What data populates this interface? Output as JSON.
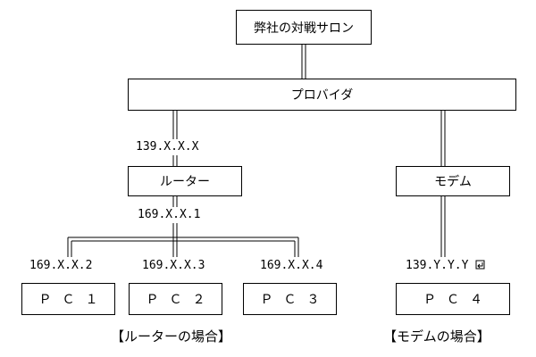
{
  "nodes": {
    "salon": "弊社の対戦サロン",
    "provider": "プロバイダ",
    "router": "ルーター",
    "modem": "モデム",
    "pc1": "ＰＣ１",
    "pc2": "ＰＣ２",
    "pc3": "ＰＣ３",
    "pc4": "ＰＣ４"
  },
  "addresses": {
    "router_wan": "139.X.X.X",
    "router_lan": "169.X.X.1",
    "pc1": "169.X.X.2",
    "pc2": "169.X.X.3",
    "pc3": "169.X.X.4",
    "pc4": "139.Y.Y.Y"
  },
  "captions": {
    "router_case": "【ルーターの場合】",
    "modem_case": "【モデムの場合】"
  },
  "colors": {
    "line": "#000000",
    "background": "#ffffff"
  }
}
